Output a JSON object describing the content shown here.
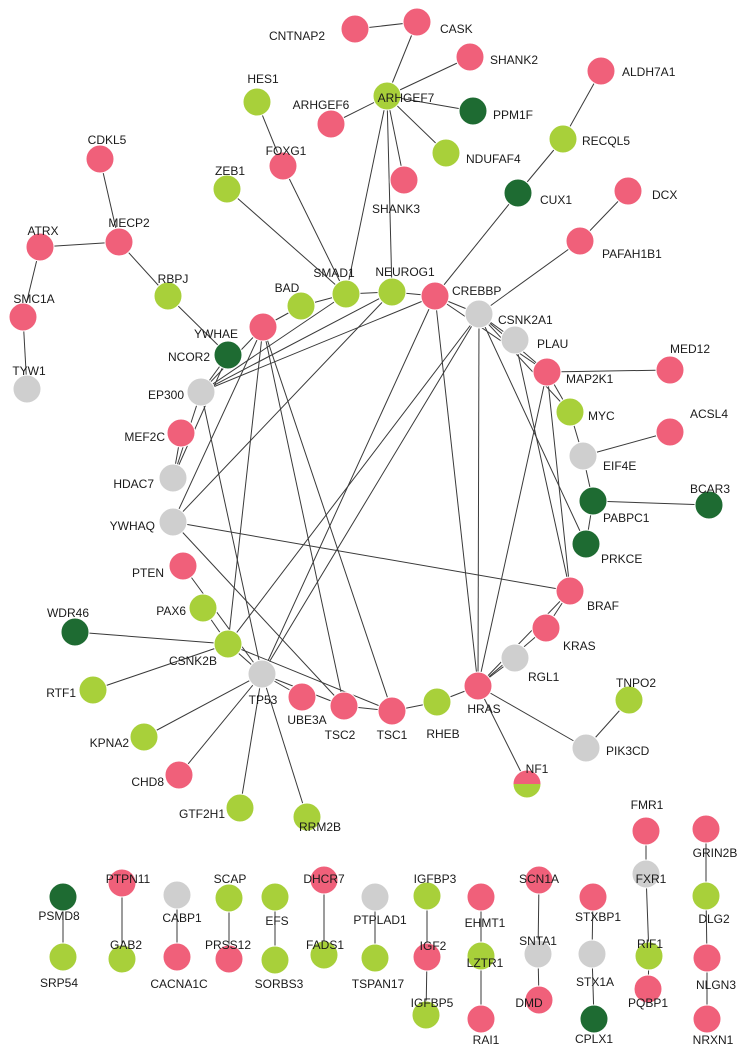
{
  "colors": {
    "pink": "#f0607a",
    "lightgreen": "#a8d03a",
    "darkgreen": "#1e6b32",
    "gray": "#cfcfcf"
  },
  "nodes": [
    {
      "id": "CNTNAP2",
      "color": "pink"
    },
    {
      "id": "CASK",
      "color": "pink"
    },
    {
      "id": "SHANK2",
      "color": "pink"
    },
    {
      "id": "ALDH7A1",
      "color": "pink"
    },
    {
      "id": "HES1",
      "color": "lightgreen"
    },
    {
      "id": "ARHGEF7",
      "color": "lightgreen"
    },
    {
      "id": "PPM1F",
      "color": "darkgreen"
    },
    {
      "id": "ARHGEF6",
      "color": "pink"
    },
    {
      "id": "RECQL5",
      "color": "lightgreen"
    },
    {
      "id": "FOXG1",
      "color": "pink"
    },
    {
      "id": "NDUFAF4",
      "color": "lightgreen"
    },
    {
      "id": "CDKL5",
      "color": "pink"
    },
    {
      "id": "ZEB1",
      "color": "lightgreen"
    },
    {
      "id": "SHANK3",
      "color": "pink"
    },
    {
      "id": "CUX1",
      "color": "darkgreen"
    },
    {
      "id": "DCX",
      "color": "pink"
    },
    {
      "id": "MECP2",
      "color": "pink"
    },
    {
      "id": "ATRX",
      "color": "pink"
    },
    {
      "id": "PAFAH1B1",
      "color": "pink"
    },
    {
      "id": "SMAD1",
      "color": "lightgreen"
    },
    {
      "id": "NEUROG1",
      "color": "lightgreen"
    },
    {
      "id": "CREBBP",
      "color": "pink"
    },
    {
      "id": "RBPJ",
      "color": "lightgreen"
    },
    {
      "id": "BAD",
      "color": "lightgreen"
    },
    {
      "id": "CSNK2A1",
      "color": "gray"
    },
    {
      "id": "SMC1A",
      "color": "pink"
    },
    {
      "id": "YWHAE",
      "color": "pink"
    },
    {
      "id": "NCOR2",
      "color": "darkgreen"
    },
    {
      "id": "PLAU",
      "color": "gray"
    },
    {
      "id": "MED12",
      "color": "pink"
    },
    {
      "id": "TYW1",
      "color": "gray"
    },
    {
      "id": "EP300",
      "color": "gray"
    },
    {
      "id": "MAP2K1",
      "color": "pink"
    },
    {
      "id": "MYC",
      "color": "lightgreen"
    },
    {
      "id": "ACSL4",
      "color": "pink"
    },
    {
      "id": "MEF2C",
      "color": "pink"
    },
    {
      "id": "EIF4E",
      "color": "gray"
    },
    {
      "id": "HDAC7",
      "color": "gray"
    },
    {
      "id": "BCAR3",
      "color": "darkgreen"
    },
    {
      "id": "PABPC1",
      "color": "darkgreen"
    },
    {
      "id": "YWHAQ",
      "color": "gray"
    },
    {
      "id": "PRKCE",
      "color": "darkgreen"
    },
    {
      "id": "PTEN",
      "color": "pink"
    },
    {
      "id": "BRAF",
      "color": "pink"
    },
    {
      "id": "WDR46",
      "color": "darkgreen"
    },
    {
      "id": "PAX6",
      "color": "lightgreen"
    },
    {
      "id": "KRAS",
      "color": "pink"
    },
    {
      "id": "CSNK2B",
      "color": "lightgreen"
    },
    {
      "id": "RGL1",
      "color": "gray"
    },
    {
      "id": "TNPO2",
      "color": "lightgreen"
    },
    {
      "id": "RTF1",
      "color": "lightgreen"
    },
    {
      "id": "TP53",
      "color": "gray"
    },
    {
      "id": "UBE3A",
      "color": "pink"
    },
    {
      "id": "TSC2",
      "color": "pink"
    },
    {
      "id": "TSC1",
      "color": "pink"
    },
    {
      "id": "RHEB",
      "color": "lightgreen"
    },
    {
      "id": "HRAS",
      "color": "pink"
    },
    {
      "id": "KPNA2",
      "color": "lightgreen"
    },
    {
      "id": "PIK3CD",
      "color": "gray"
    },
    {
      "id": "NF1",
      "color": "split"
    },
    {
      "id": "CHD8",
      "color": "pink"
    },
    {
      "id": "GTF2H1",
      "color": "lightgreen"
    },
    {
      "id": "RRM2B",
      "color": "lightgreen"
    },
    {
      "id": "FMR1",
      "color": "pink"
    },
    {
      "id": "GRIN2B",
      "color": "pink"
    },
    {
      "id": "PTPN11",
      "color": "pink"
    },
    {
      "id": "SCAP",
      "color": "lightgreen"
    },
    {
      "id": "DHCR7",
      "color": "pink"
    },
    {
      "id": "IGFBP3",
      "color": "lightgreen"
    },
    {
      "id": "SCN1A",
      "color": "pink"
    },
    {
      "id": "PSMD8",
      "color": "darkgreen"
    },
    {
      "id": "CABP1",
      "color": "gray"
    },
    {
      "id": "EFS",
      "color": "lightgreen"
    },
    {
      "id": "PTPLAD1",
      "color": "gray"
    },
    {
      "id": "STXBP1",
      "color": "pink"
    },
    {
      "id": "FXR1",
      "color": "gray"
    },
    {
      "id": "DLG2",
      "color": "lightgreen"
    },
    {
      "id": "GAB2",
      "color": "lightgreen"
    },
    {
      "id": "PRSS12",
      "color": "pink"
    },
    {
      "id": "FADS1",
      "color": "lightgreen"
    },
    {
      "id": "EHMT1",
      "color": "pink"
    },
    {
      "id": "SNTA1",
      "color": "gray"
    },
    {
      "id": "RIF1",
      "color": "lightgreen"
    },
    {
      "id": "IGF2",
      "color": "pink"
    },
    {
      "id": "LZTR1",
      "color": "lightgreen"
    },
    {
      "id": "STX1A",
      "color": "gray"
    },
    {
      "id": "SRP54",
      "color": "lightgreen"
    },
    {
      "id": "CACNA1C",
      "color": "pink"
    },
    {
      "id": "SORBS3",
      "color": "lightgreen"
    },
    {
      "id": "TSPAN17",
      "color": "lightgreen"
    },
    {
      "id": "NLGN3",
      "color": "pink"
    },
    {
      "id": "PQBP1",
      "color": "pink"
    },
    {
      "id": "DMD",
      "color": "pink"
    },
    {
      "id": "IGFBP5",
      "color": "lightgreen"
    },
    {
      "id": "RAI1",
      "color": "pink"
    },
    {
      "id": "CPLX1",
      "color": "darkgreen"
    },
    {
      "id": "NRXN1",
      "color": "pink"
    }
  ],
  "edges": [
    [
      "CNTNAP2",
      "CASK"
    ],
    [
      "CASK",
      "ARHGEF7"
    ],
    [
      "SHANK2",
      "ARHGEF7"
    ],
    [
      "ARHGEF7",
      "PPM1F"
    ],
    [
      "ARHGEF7",
      "ARHGEF6"
    ],
    [
      "ARHGEF7",
      "NDUFAF4"
    ],
    [
      "ARHGEF7",
      "SHANK3"
    ],
    [
      "ARHGEF7",
      "SMAD1"
    ],
    [
      "ARHGEF7",
      "NEUROG1"
    ],
    [
      "ALDH7A1",
      "RECQL5"
    ],
    [
      "RECQL5",
      "CUX1"
    ],
    [
      "CUX1",
      "CREBBP"
    ],
    [
      "DCX",
      "PAFAH1B1"
    ],
    [
      "PAFAH1B1",
      "CSNK2A1"
    ],
    [
      "HES1",
      "FOXG1"
    ],
    [
      "FOXG1",
      "SMAD1"
    ],
    [
      "ZEB1",
      "SMAD1"
    ],
    [
      "CDKL5",
      "MECP2"
    ],
    [
      "MECP2",
      "ATRX"
    ],
    [
      "MECP2",
      "RBPJ"
    ],
    [
      "ATRX",
      "SMC1A"
    ],
    [
      "SMC1A",
      "TYW1"
    ],
    [
      "RBPJ",
      "NCOR2"
    ],
    [
      "SMAD1",
      "NEUROG1"
    ],
    [
      "NEUROG1",
      "CREBBP"
    ],
    [
      "CREBBP",
      "CSNK2A1"
    ],
    [
      "SMAD1",
      "BAD"
    ],
    [
      "BAD",
      "YWHAE"
    ],
    [
      "YWHAE",
      "EP300"
    ],
    [
      "YWHAE",
      "YWHAQ"
    ],
    [
      "YWHAE",
      "TSC2"
    ],
    [
      "YWHAE",
      "TSC1"
    ],
    [
      "YWHAE",
      "CSNK2B"
    ],
    [
      "NCOR2",
      "EP300"
    ],
    [
      "NCOR2",
      "HDAC7"
    ],
    [
      "EP300",
      "NEUROG1"
    ],
    [
      "EP300",
      "SMAD1"
    ],
    [
      "EP300",
      "CREBBP"
    ],
    [
      "EP300",
      "TP53"
    ],
    [
      "MEF2C",
      "HDAC7"
    ],
    [
      "HDAC7",
      "EP300"
    ],
    [
      "CREBBP",
      "TP53"
    ],
    [
      "CREBBP",
      "MAP2K1"
    ],
    [
      "CREBBP",
      "HRAS"
    ],
    [
      "CSNK2A1",
      "TP53"
    ],
    [
      "CSNK2A1",
      "CSNK2B"
    ],
    [
      "CSNK2A1",
      "PLAU"
    ],
    [
      "CSNK2A1",
      "MAP2K1"
    ],
    [
      "CSNK2A1",
      "MYC"
    ],
    [
      "CSNK2A1",
      "PRKCE"
    ],
    [
      "CSNK2A1",
      "HRAS"
    ],
    [
      "PLAU",
      "BRAF"
    ],
    [
      "MAP2K1",
      "MED12"
    ],
    [
      "MAP2K1",
      "MYC"
    ],
    [
      "MAP2K1",
      "BRAF"
    ],
    [
      "MAP2K1",
      "HRAS"
    ],
    [
      "MYC",
      "EIF4E"
    ],
    [
      "EIF4E",
      "ACSL4"
    ],
    [
      "EIF4E",
      "PABPC1"
    ],
    [
      "PABPC1",
      "BCAR3"
    ],
    [
      "PABPC1",
      "PRKCE"
    ],
    [
      "YWHAQ",
      "BRAF"
    ],
    [
      "YWHAQ",
      "TSC2"
    ],
    [
      "YWHAQ",
      "NEUROG1"
    ],
    [
      "PTEN",
      "TP53"
    ],
    [
      "BRAF",
      "HRAS"
    ],
    [
      "BRAF",
      "KRAS"
    ],
    [
      "KRAS",
      "HRAS"
    ],
    [
      "RGL1",
      "HRAS"
    ],
    [
      "WDR46",
      "CSNK2B"
    ],
    [
      "PAX6",
      "CSNK2B"
    ],
    [
      "CSNK2B",
      "RTF1"
    ],
    [
      "CSNK2B",
      "TP53"
    ],
    [
      "CSNK2B",
      "TSC1"
    ],
    [
      "TP53",
      "KPNA2"
    ],
    [
      "TP53",
      "CHD8"
    ],
    [
      "TP53",
      "GTF2H1"
    ],
    [
      "TP53",
      "RRM2B"
    ],
    [
      "TP53",
      "UBE3A"
    ],
    [
      "TP53",
      "TSC2"
    ],
    [
      "TSC2",
      "TSC1"
    ],
    [
      "TSC1",
      "RHEB"
    ],
    [
      "RHEB",
      "HRAS"
    ],
    [
      "HRAS",
      "NF1"
    ],
    [
      "TNPO2",
      "PIK3CD"
    ],
    [
      "PIK3CD",
      "HRAS"
    ],
    [
      "PSMD8",
      "SRP54"
    ],
    [
      "PTPN11",
      "GAB2"
    ],
    [
      "CABP1",
      "CACNA1C"
    ],
    [
      "SCAP",
      "PRSS12"
    ],
    [
      "EFS",
      "SORBS3"
    ],
    [
      "DHCR7",
      "FADS1"
    ],
    [
      "PTPLAD1",
      "TSPAN17"
    ],
    [
      "IGFBP3",
      "IGF2"
    ],
    [
      "IGF2",
      "IGFBP5"
    ],
    [
      "EHMT1",
      "LZTR1"
    ],
    [
      "LZTR1",
      "RAI1"
    ],
    [
      "SCN1A",
      "SNTA1"
    ],
    [
      "SNTA1",
      "DMD"
    ],
    [
      "STXBP1",
      "STX1A"
    ],
    [
      "STX1A",
      "CPLX1"
    ],
    [
      "FMR1",
      "FXR1"
    ],
    [
      "FXR1",
      "RIF1"
    ],
    [
      "RIF1",
      "PQBP1"
    ],
    [
      "GRIN2B",
      "DLG2"
    ],
    [
      "DLG2",
      "NLGN3"
    ],
    [
      "NLGN3",
      "NRXN1"
    ]
  ]
}
